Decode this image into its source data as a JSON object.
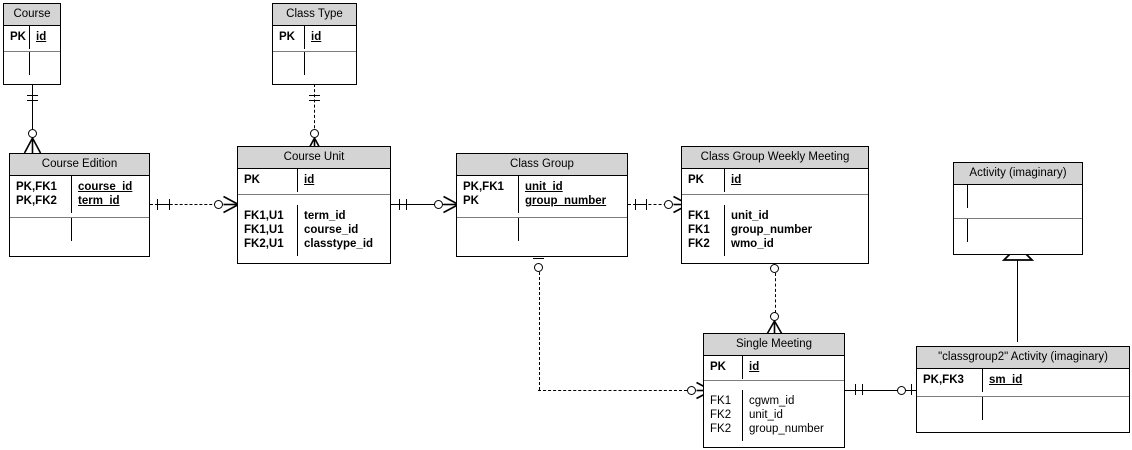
{
  "diagram": {
    "type": "entity-relationship-diagram",
    "notation": "IDEF1X / crow's foot",
    "background_color": "#ffffff",
    "header_fill": "#d4d4d4",
    "line_color": "#000000"
  },
  "entities": [
    {
      "id": "course",
      "title": "Course",
      "keys": [
        {
          "key": "PK",
          "attr": "id"
        }
      ],
      "attrs": []
    },
    {
      "id": "class_type",
      "title": "Class Type",
      "keys": [
        {
          "key": "PK",
          "attr": "id"
        }
      ],
      "attrs": []
    },
    {
      "id": "course_edition",
      "title": "Course Edition",
      "keys": [
        {
          "key": "PK,FK1",
          "attr": "course_id"
        },
        {
          "key": "PK,FK2",
          "attr": "term_id"
        }
      ],
      "attrs": []
    },
    {
      "id": "course_unit",
      "title": "Course Unit",
      "keys": [
        {
          "key": "PK",
          "attr": "id"
        }
      ],
      "attrs": [
        {
          "key": "FK1,U1",
          "attr": "term_id"
        },
        {
          "key": "FK1,U1",
          "attr": "course_id"
        },
        {
          "key": "FK2,U1",
          "attr": "classtype_id"
        }
      ]
    },
    {
      "id": "class_group",
      "title": "Class Group",
      "keys": [
        {
          "key": "PK,FK1",
          "attr": "unit_id"
        },
        {
          "key": "PK",
          "attr": "group_number"
        }
      ],
      "attrs": []
    },
    {
      "id": "cgwm",
      "title": "Class Group Weekly Meeting",
      "keys": [
        {
          "key": "PK",
          "attr": "id"
        }
      ],
      "attrs": [
        {
          "key": "FK1",
          "attr": "unit_id"
        },
        {
          "key": "FK1",
          "attr": "group_number"
        },
        {
          "key": "FK2",
          "attr": "wmo_id"
        }
      ]
    },
    {
      "id": "activity",
      "title": "Activity (imaginary)",
      "keys": [],
      "attrs": []
    },
    {
      "id": "single_meeting",
      "title": "Single Meeting",
      "keys": [
        {
          "key": "PK",
          "attr": "id"
        }
      ],
      "attrs": [
        {
          "key": "FK1",
          "attr": "cgwm_id"
        },
        {
          "key": "FK2",
          "attr": "unit_id"
        },
        {
          "key": "FK2",
          "attr": "group_number"
        }
      ]
    },
    {
      "id": "classgroup2_activity",
      "title": "\"classgroup2\" Activity (imaginary)",
      "keys": [
        {
          "key": "PK,FK3",
          "attr": "sm_id"
        }
      ],
      "attrs": []
    }
  ],
  "relationships": [
    {
      "id": "course-to-course-edition",
      "from": "course",
      "to": "course_edition",
      "style": "solid",
      "from_cardinality": "one-mandatory",
      "to_cardinality": "zero-or-many"
    },
    {
      "id": "class-type-to-course-unit",
      "from": "class_type",
      "to": "course_unit",
      "style": "dashed",
      "from_cardinality": "one-mandatory",
      "to_cardinality": "zero-or-many"
    },
    {
      "id": "course-edition-to-course-unit",
      "from": "course_edition",
      "to": "course_unit",
      "style": "dashed",
      "from_cardinality": "one-mandatory",
      "to_cardinality": "zero-or-many"
    },
    {
      "id": "course-unit-to-class-group",
      "from": "course_unit",
      "to": "class_group",
      "style": "solid",
      "from_cardinality": "one-mandatory",
      "to_cardinality": "zero-or-many"
    },
    {
      "id": "class-group-to-cgwm",
      "from": "class_group",
      "to": "cgwm",
      "style": "dashed",
      "from_cardinality": "one-mandatory",
      "to_cardinality": "zero-or-many"
    },
    {
      "id": "class-group-to-single-meeting",
      "from": "class_group",
      "to": "single_meeting",
      "style": "dashed",
      "from_cardinality": "zero-or-one",
      "to_cardinality": "zero-or-many"
    },
    {
      "id": "cgwm-to-single-meeting",
      "from": "cgwm",
      "to": "single_meeting",
      "style": "dashed",
      "from_cardinality": "zero-or-one",
      "to_cardinality": "zero-or-many"
    },
    {
      "id": "single-meeting-to-classgroup2-activity",
      "from": "single_meeting",
      "to": "classgroup2_activity",
      "style": "solid",
      "from_cardinality": "one-mandatory",
      "to_cardinality": "zero-or-one"
    },
    {
      "id": "activity-inheritance",
      "from": "classgroup2_activity",
      "to": "activity",
      "style": "inheritance",
      "from_cardinality": "",
      "to_cardinality": ""
    }
  ]
}
